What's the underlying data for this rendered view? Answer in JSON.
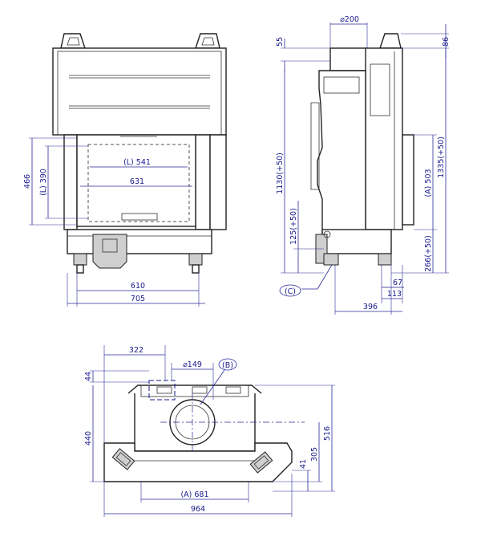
{
  "front_view": {
    "dims": {
      "width_610": "610",
      "width_705": "705",
      "glass_541": "(L) 541",
      "glass_631": "631",
      "height_466": "466",
      "height_390": "(L) 390"
    }
  },
  "side_view": {
    "dims": {
      "flue_200": "⌀200",
      "top_55": "55",
      "top_86": "86",
      "h_1130": "1130(+50)",
      "h_1335": "1335(+50)",
      "h_125": "125(+50)",
      "h_503": "(A) 503",
      "h_266": "266(+50)",
      "d_67": "67",
      "d_113": "113",
      "d_396": "396",
      "callout_c": "(C)"
    }
  },
  "top_view": {
    "dims": {
      "d_322": "322",
      "flue_149": "⌀149",
      "callout_b": "(B)",
      "d_44": "44",
      "d_440": "440",
      "d_516": "516",
      "d_305": "305",
      "d_41": "41",
      "w_681": "(A) 681",
      "w_964": "964"
    }
  },
  "colors": {
    "dimension": "#1a1a8c",
    "outline": "#222222"
  }
}
